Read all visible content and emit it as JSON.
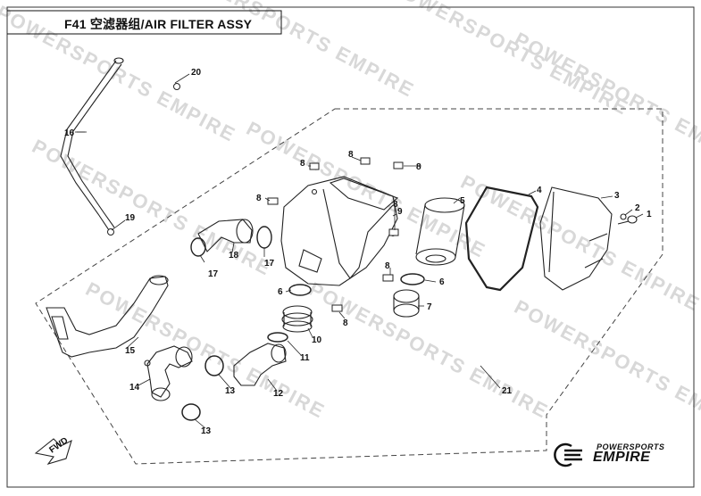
{
  "title": "F41  空滤器组/AIR FILTER ASSY",
  "watermark": "POWERSPORTS EMPIRE",
  "brand": {
    "top": "POWERSPORTS",
    "bottom": "EMPIRE"
  },
  "fwd_label": "FWD",
  "callouts": {
    "c1": "1",
    "c2": "2",
    "c3": "3",
    "c4": "4",
    "c5": "5",
    "c6a": "6",
    "c6b": "6",
    "c7": "7",
    "c8a": "8",
    "c8b": "8",
    "c8c": "8",
    "c8d": "8",
    "c8e": "8",
    "c8f": "8",
    "c8g": "8",
    "c9": "9",
    "c10": "10",
    "c11": "11",
    "c12": "12",
    "c13a": "13",
    "c13b": "13",
    "c14": "14",
    "c15": "15",
    "c16": "16",
    "c17a": "17",
    "c17b": "17",
    "c18": "18",
    "c19": "19",
    "c20": "20",
    "c21": "21"
  }
}
